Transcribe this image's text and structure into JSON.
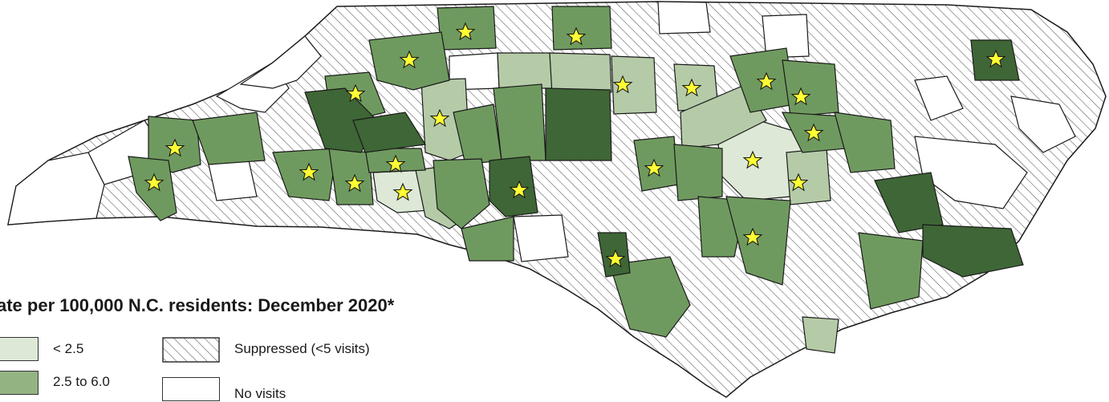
{
  "map": {
    "title": "ate per 100,000 N.C. residents: December 2020*",
    "legend": [
      {
        "label": "< 2.5",
        "fill": "#dde9d6"
      },
      {
        "label": "2.5 to 6.0",
        "fill": "#94b383"
      },
      {
        "label": "Suppressed (<5 visits)",
        "fill": "hatch"
      },
      {
        "label": "No visits",
        "fill": "#ffffff"
      }
    ],
    "colors": {
      "light": "#dde9d6",
      "medium_light": "#b5cba8",
      "medium": "#6f9a5f",
      "dark": "#3f6636",
      "star": "#ffff33",
      "outline": "#1a1a1a"
    },
    "star_icon": "star-icon"
  }
}
